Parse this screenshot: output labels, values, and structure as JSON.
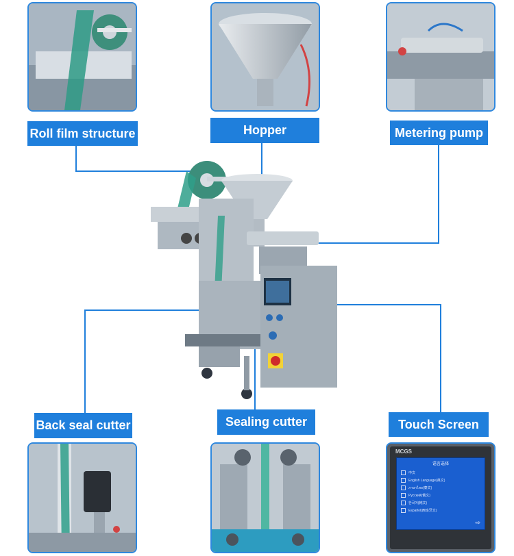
{
  "labels": {
    "roll_film": "Roll film structure",
    "hopper": "Hopper",
    "metering_pump": "Metering pump",
    "back_seal": "Back seal cutter",
    "sealing_cutter": "Sealing cutter",
    "touch_screen": "Touch Screen"
  },
  "touch_screen_ui": {
    "brand": "MCGS",
    "title": "语言选择",
    "options": [
      "中文",
      "English Language(英文)",
      "ภาษาไทย(泰文)",
      "Pусский(俄文)",
      "한국어(韩文)",
      "Español(西班牙文)"
    ]
  },
  "colors": {
    "accent": "#1f7fdc",
    "steel": "#b9c2ca"
  }
}
